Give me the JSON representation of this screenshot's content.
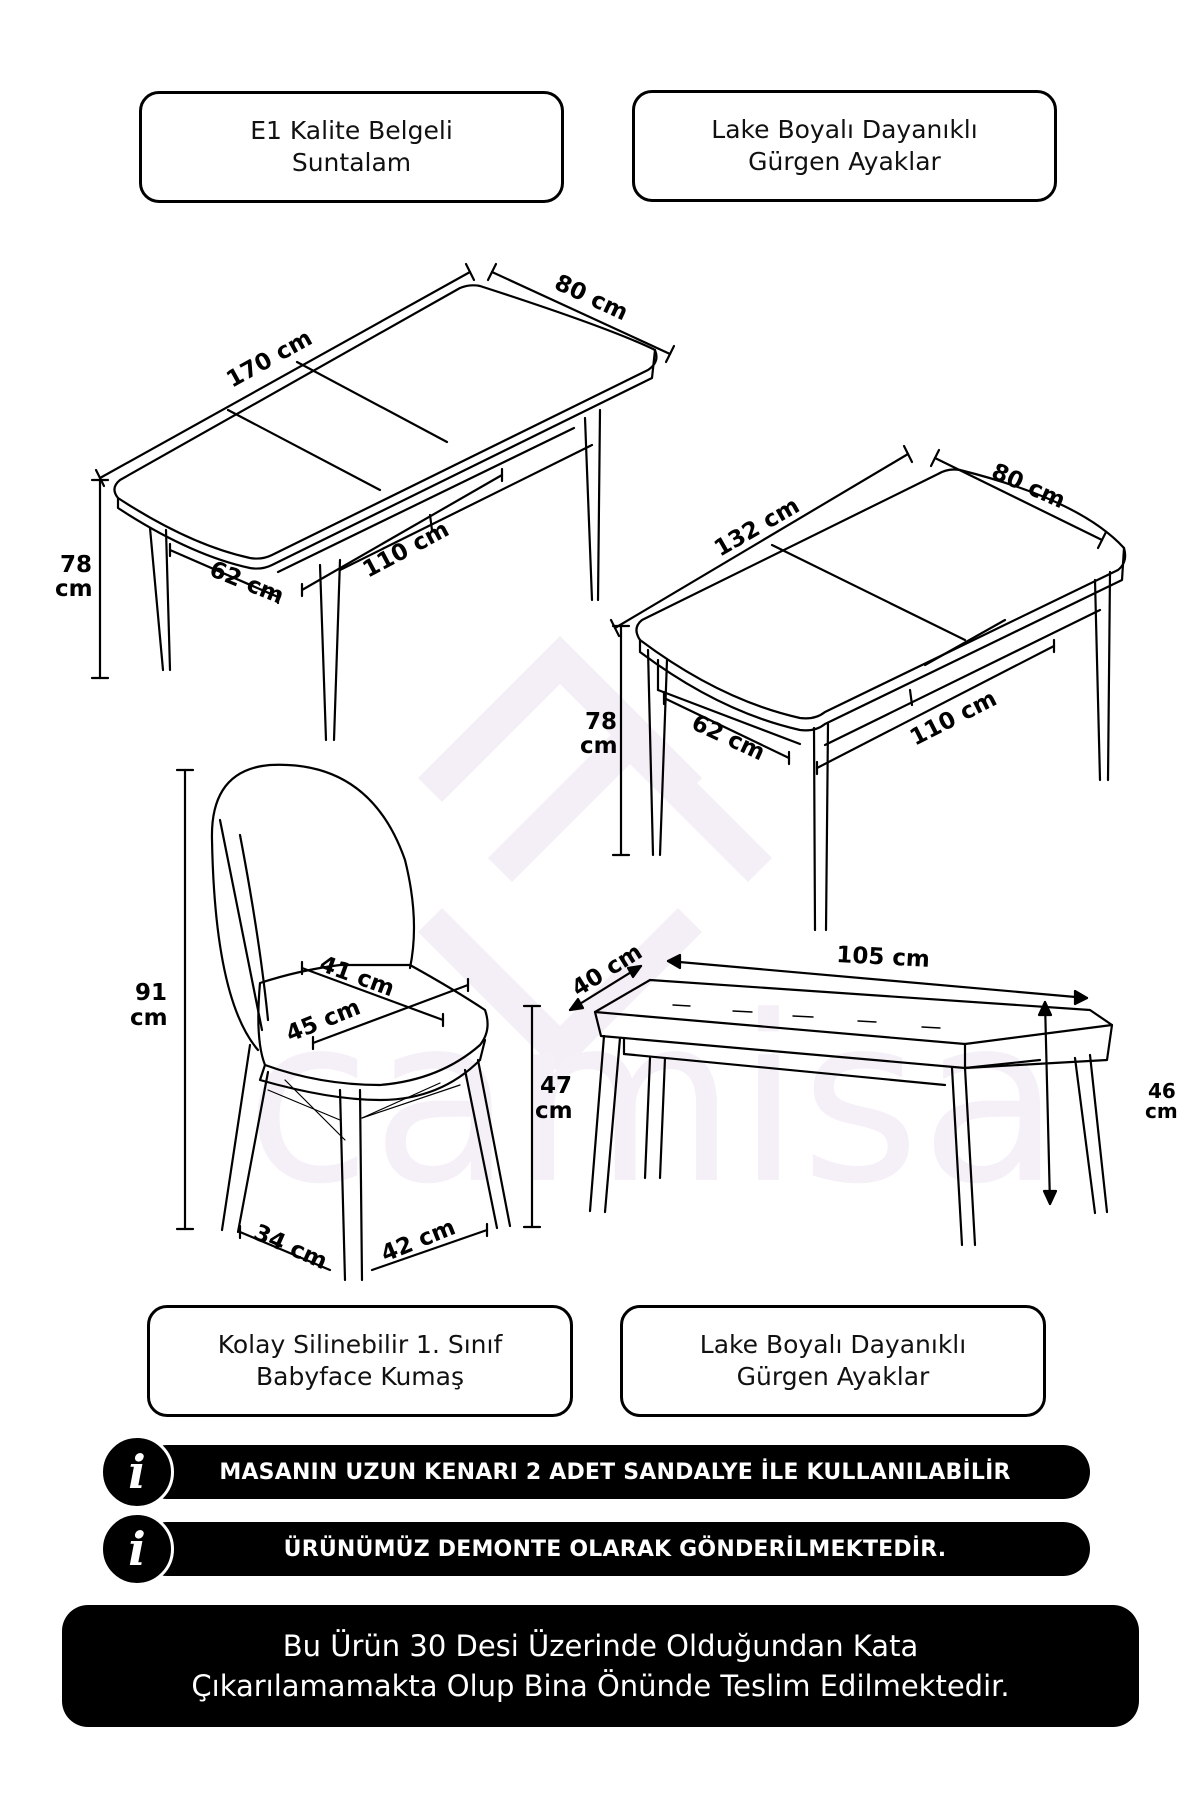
{
  "top_features": [
    {
      "line1": "E1 Kalite Belgeli",
      "line2": "Suntalam"
    },
    {
      "line1": "Lake Boyalı Dayanıklı",
      "line2": "Gürgen Ayaklar"
    }
  ],
  "extended_table": {
    "length": "170 cm",
    "width": "80 cm",
    "height_value": "78",
    "height_unit": "cm",
    "leg_span_short": "62 cm",
    "leg_span_long": "110 cm"
  },
  "closed_table": {
    "length": "132 cm",
    "width": "80 cm",
    "height_value": "78",
    "height_unit": "cm",
    "leg_span_short": "62 cm",
    "leg_span_long": "110 cm"
  },
  "chair": {
    "height_value": "91",
    "height_unit": "cm",
    "seat_width": "41 cm",
    "seat_depth": "45 cm",
    "seat_height_value": "47",
    "seat_height_unit": "cm",
    "base_depth": "34 cm",
    "base_width": "42 cm"
  },
  "bench": {
    "length": "105 cm",
    "depth": "40 cm",
    "height_value": "46",
    "height_unit": "cm"
  },
  "bottom_features": [
    {
      "line1": "Kolay Silinebilir 1. Sınıf",
      "line2": "Babyface Kumaş"
    },
    {
      "line1": "Lake Boyalı Dayanıklı",
      "line2": "Gürgen Ayaklar"
    }
  ],
  "info_notes": [
    {
      "icon": "info-icon",
      "glyph": "i",
      "text": "MASANIN UZUN KENARI 2 ADET SANDALYE İLE KULLANILABİLİR"
    },
    {
      "icon": "info-icon",
      "glyph": "i",
      "text": "ÜRÜNÜMÜZ DEMONTE OLARAK GÖNDERİLMEKTEDİR."
    }
  ],
  "delivery_notice": {
    "line1": "Bu Ürün 30 Desi Üzerinde Olduğundan Kata",
    "line2": "Çıkarılamamakta Olup Bina Önünde Teslim Edilmektedir."
  },
  "watermark": {
    "text": "camisa",
    "color": "#f5eff7"
  },
  "colors": {
    "line": "#000000",
    "background": "#ffffff",
    "banner": "#000000",
    "banner_text": "#ffffff"
  }
}
